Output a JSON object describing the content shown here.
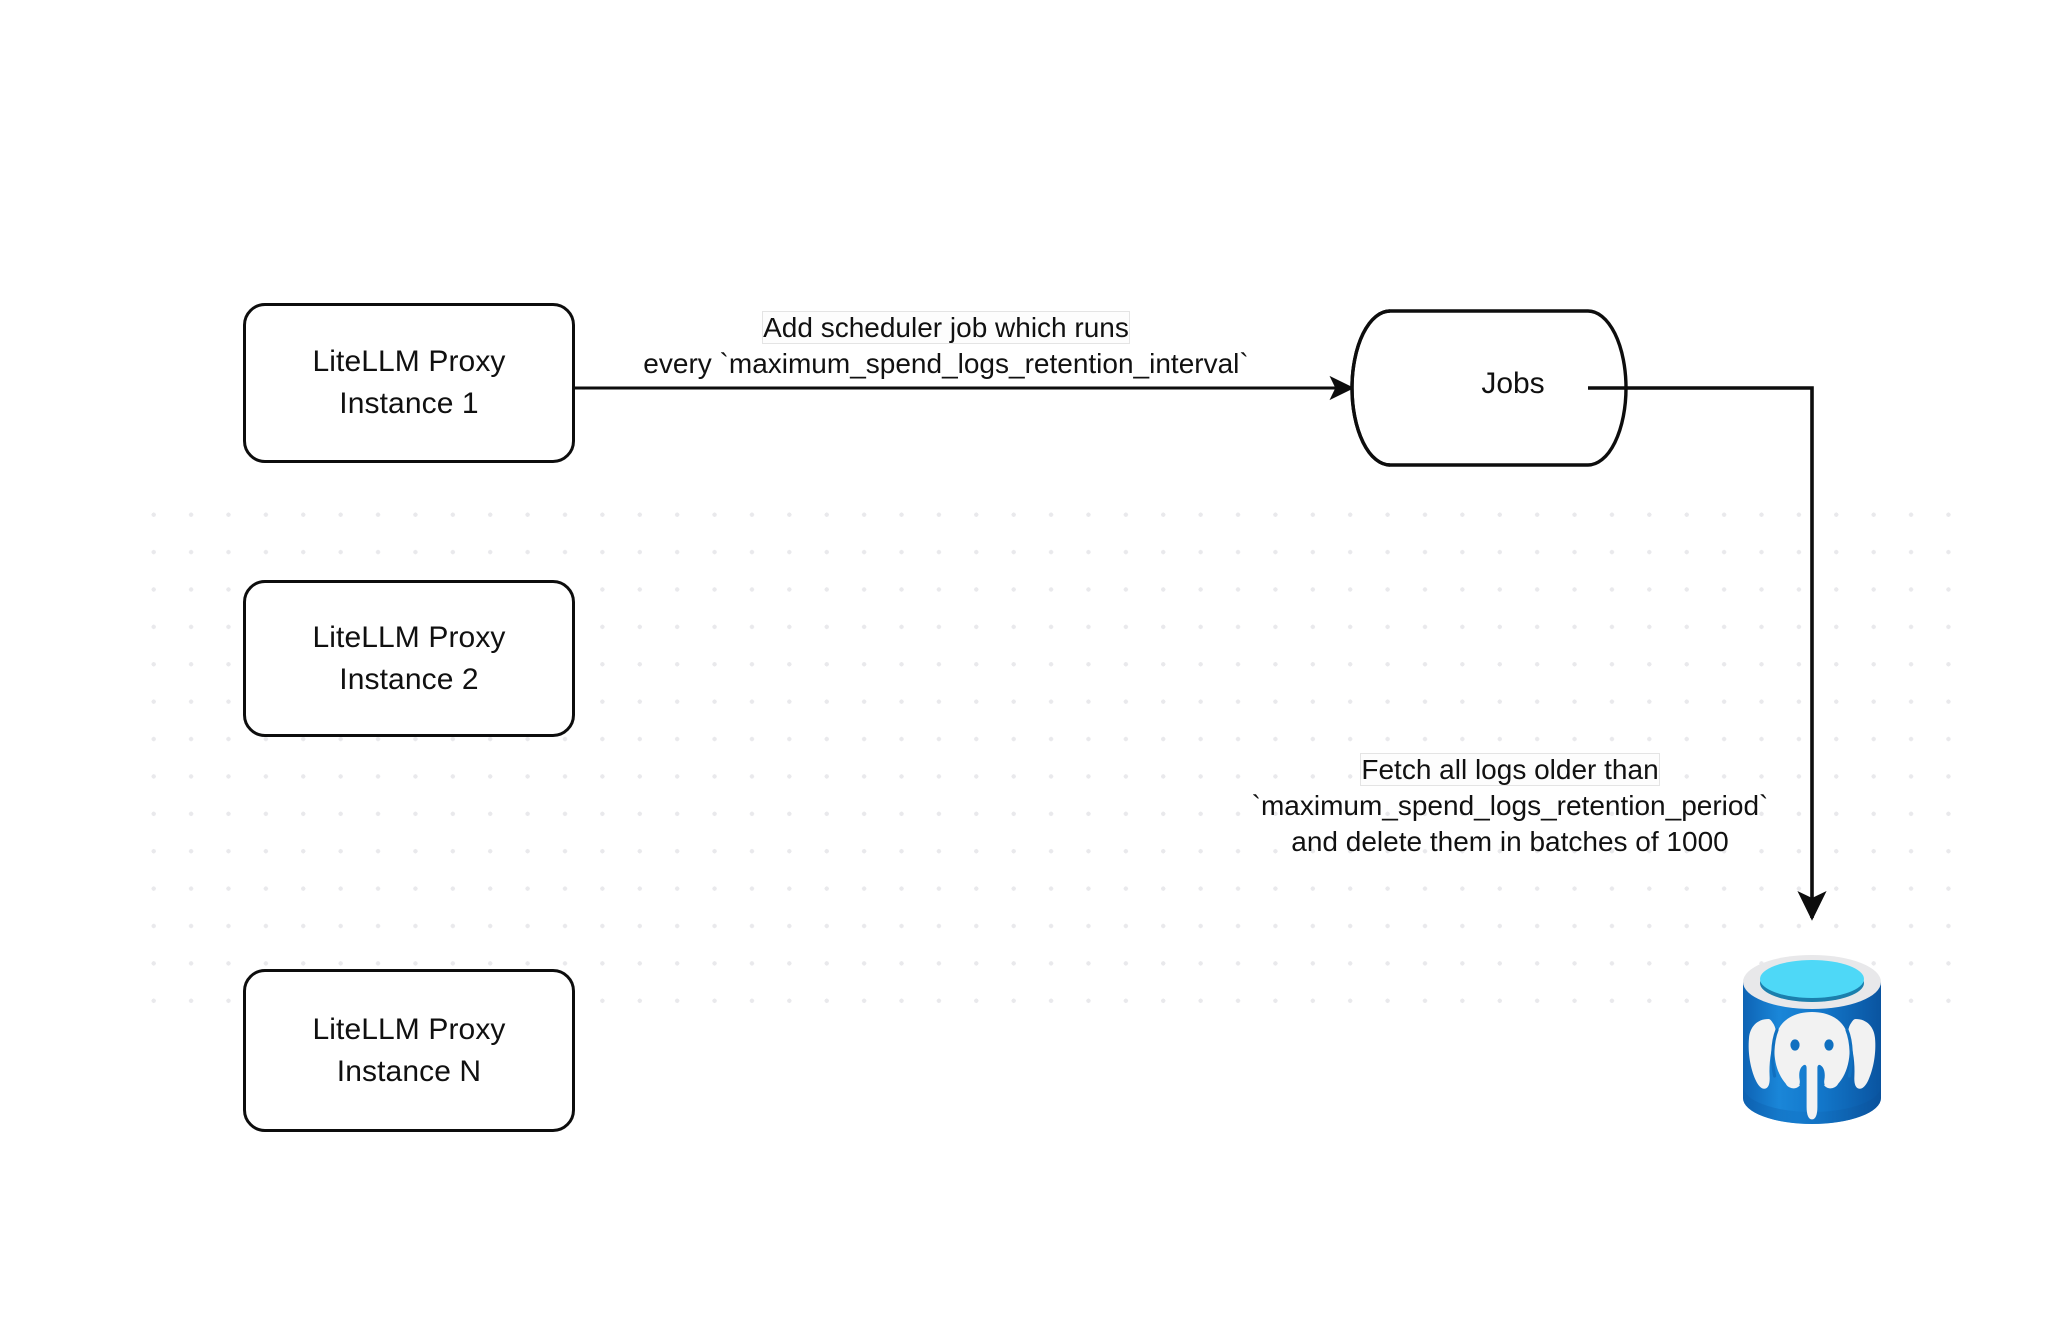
{
  "diagram": {
    "title": "LiteLLM spend logs retention scheduler flow",
    "background_color": "#ffffff",
    "grid_dot_color": "#e9e9ec",
    "stroke_color": "#0d0d0d"
  },
  "nodes": {
    "proxy_instances": [
      {
        "id": "proxy-1",
        "line1": "LiteLLM Proxy",
        "line2": "Instance 1"
      },
      {
        "id": "proxy-2",
        "line1": "LiteLLM Proxy",
        "line2": "Instance 2"
      },
      {
        "id": "proxy-n",
        "line1": "LiteLLM Proxy",
        "line2": "Instance N"
      }
    ],
    "jobs_store": {
      "label": "Jobs",
      "shape": "horizontal-cylinder"
    },
    "database": {
      "icon": "postgresql-database-icon",
      "shape": "vertical-cylinder",
      "body_color": "#1176c9",
      "body_color_dark": "#0a5ca8",
      "rim_color": "#e8e8ea",
      "liquid_color": "#4ed8f7",
      "liquid_shadow_color": "#1b7fad",
      "elephant_color": "#f2f2f2"
    }
  },
  "edges": [
    {
      "id": "edge-scheduler",
      "from": "proxy-1",
      "to": "jobs_store",
      "label_line1": "Add scheduler job which runs",
      "label_line2": "every `maximum_spend_logs_retention_interval`"
    },
    {
      "id": "edge-fetch-delete",
      "from": "jobs_store",
      "to": "database",
      "label_line1": "Fetch all logs older than",
      "label_line2": "`maximum_spend_logs_retention_period`",
      "label_line3": "and delete them in batches of 1000"
    }
  ]
}
